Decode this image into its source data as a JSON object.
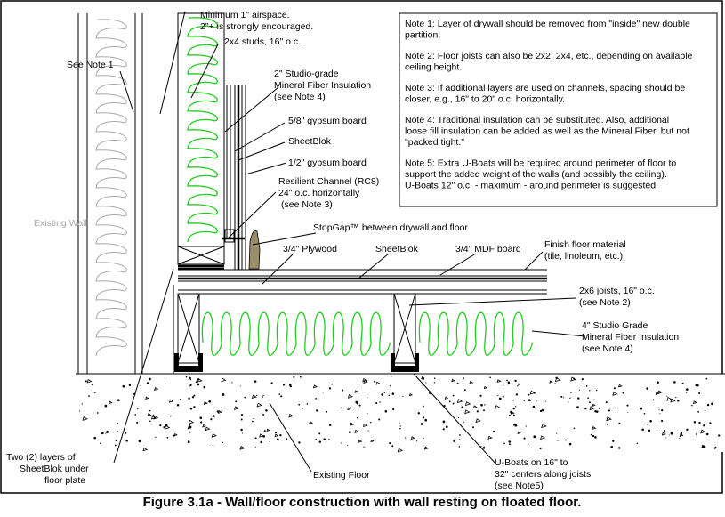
{
  "figure": {
    "caption": "Figure 3.1a - Wall/floor construction with wall resting on floated floor.",
    "colors": {
      "insulation": "#22cc22",
      "gap": "#9a8f6a",
      "existing_wall": "#aaaaaa"
    }
  },
  "labels": {
    "airspace": [
      "Minimum 1\" airspace.",
      "2\"+ is strongly encouraged."
    ],
    "see_note1": "See Note 1",
    "studs": "2x4 studs, 16\" o.c.",
    "mineral_fiber_wall": [
      "2\" Studio-grade",
      "Mineral Fiber Insulation",
      "(see Note 4)"
    ],
    "gypsum_58": "5/8\" gypsum board",
    "sheetblok_wall": "SheetBlok",
    "gypsum_12": "1/2\" gypsum board",
    "rc8": [
      "Resilient Channel (RC8)",
      "24\" o.c. horizontally",
      "(see Note 3)"
    ],
    "existing_wall": "Existing Wall",
    "stopgap": "StopGap™ between drywall and floor",
    "plywood": "3/4\" Plywood",
    "sheetblok_floor": "SheetBlok",
    "mdf": "3/4\" MDF board",
    "finish_floor": [
      "Finish floor material",
      "(tile, linoleum, etc.)"
    ],
    "joists": [
      "2x6 joists, 16\" o.c.",
      "(see Note 2)"
    ],
    "mineral_fiber_floor": [
      "4\" Studio Grade",
      "Mineral Fiber Insulation",
      "(see Note 4)"
    ],
    "two_layers": [
      "Two (2) layers of",
      "SheetBlok under",
      "floor plate"
    ],
    "existing_floor": "Existing Floor",
    "uboats": [
      "U-Boats on 16\" to",
      "32\" centers along joists",
      "(see Note5)"
    ]
  },
  "notes": [
    [
      "Note 1: Layer of drywall should be removed from \"inside\" new double",
      "partition."
    ],
    [
      "Note 2: Floor joists can also be 2x2, 2x4, etc., depending on available",
      "ceiling height."
    ],
    [
      "Note 3: If additional layers are used on channels, spacing should be",
      "closer, e.g., 16\" to 20\" o.c. horizontally."
    ],
    [
      "Note 4: Traditional insulation can be substituted. Also, additional",
      "loose fill insulation can be added as well as the Mineral Fiber, but not",
      "\"packed tight.\""
    ],
    [
      "Note 5: Extra U-Boats will be required around perimeter of floor to",
      "support the added weight of the walls (and possibly the ceiling).",
      "U-Boats 12\" o.c. - maximum - around perimeter is suggested."
    ]
  ]
}
